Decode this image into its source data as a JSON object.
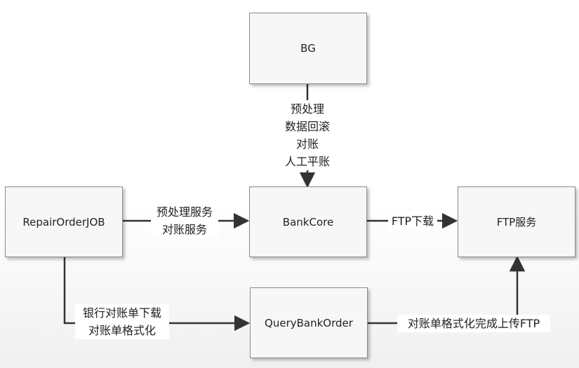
{
  "nodes": {
    "bg": "BG",
    "bankcore": "BankCore",
    "repair_job": "RepairOrderJOB",
    "ftp_service": "FTP服务",
    "query_bank_order": "QueryBankOrder"
  },
  "edges": {
    "bg_to_bankcore": [
      "预处理",
      "数据回滚",
      "对账",
      "人工平账"
    ],
    "repair_to_bankcore": [
      "预处理服务",
      "对账服务"
    ],
    "bankcore_to_ftp": [
      "FTP下载"
    ],
    "repair_to_query": [
      "银行对账单下载",
      "对账单格式化"
    ],
    "query_to_ftp": [
      "对账单格式化完成上传FTP"
    ]
  }
}
